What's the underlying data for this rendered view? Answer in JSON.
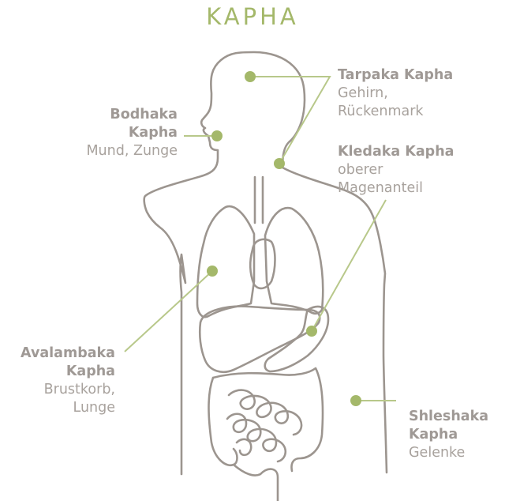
{
  "title": "KAPHA",
  "colors": {
    "accent": "#a4b86a",
    "outline": "#9c958f",
    "text": "#a8a29d"
  },
  "labels": {
    "tarpaka": {
      "name": "Tarpaka Kapha",
      "desc_line1": "Gehirn,",
      "desc_line2": "Rückenmark"
    },
    "bodhaka": {
      "name_line1": "Bodhaka",
      "name_line2": "Kapha",
      "desc": "Mund, Zunge"
    },
    "kledaka": {
      "name": "Kledaka Kapha",
      "desc_line1": "oberer",
      "desc_line2": "Magenanteil"
    },
    "avalambaka": {
      "name_line1": "Avalambaka",
      "name_line2": "Kapha",
      "desc_line1": "Brustkorb,",
      "desc_line2": "Lunge"
    },
    "shleshaka": {
      "name_line1": "Shleshaka",
      "name_line2": "Kapha",
      "desc": "Gelenke"
    }
  }
}
